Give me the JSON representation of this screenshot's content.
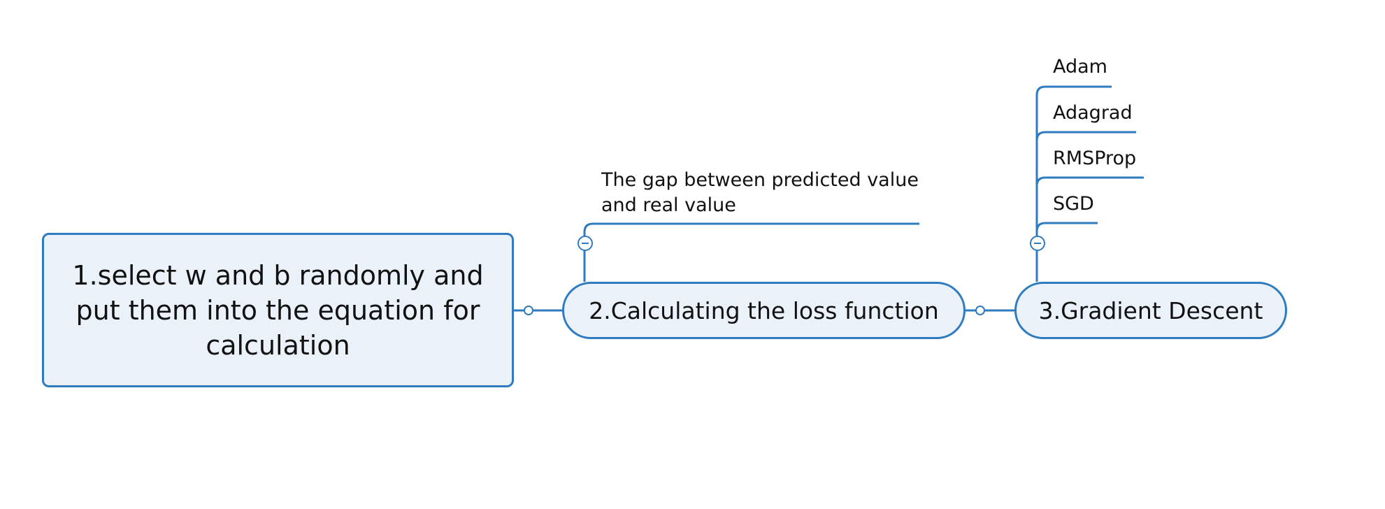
{
  "mindmap": {
    "root": {
      "label": "1.select w and b randomly and put them into the equation for calculation"
    },
    "loss_node": {
      "label": "2.Calculating the loss function",
      "children": [
        {
          "label": "The gap between predicted value and real value"
        }
      ]
    },
    "gd_node": {
      "label": "3.Gradient Descent",
      "children": [
        {
          "label": "Adam"
        },
        {
          "label": "Adagrad"
        },
        {
          "label": "RMSProp"
        },
        {
          "label": "SGD"
        }
      ]
    },
    "colors": {
      "line": "#2e7bbf",
      "node_fill": "#eaf1f8",
      "text": "#111111"
    }
  }
}
